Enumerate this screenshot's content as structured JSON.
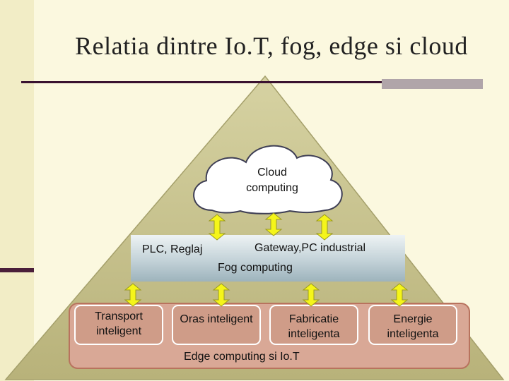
{
  "title": "Relatia dintre Io.T, fog, edge si cloud",
  "cloud": {
    "label_line1": "Cloud",
    "label_line2": "computing"
  },
  "fog": {
    "left_label": "PLC, Reglaj",
    "right_label": "Gateway,PC industrial",
    "layer_label": "Fog computing"
  },
  "edge": {
    "layer_label": "Edge computing si Io.T",
    "boxes": [
      {
        "line1": "Transport",
        "line2": "inteligent"
      },
      {
        "line1": "Oras inteligent",
        "line2": ""
      },
      {
        "line1": "Fabricatie",
        "line2": "inteligenta"
      },
      {
        "line1": "Energie",
        "line2": "inteligenta"
      }
    ]
  },
  "colors": {
    "background": "#fbf8df",
    "pyramid": "#c9c48c",
    "fog_band": "#c3d2d8",
    "edge_band": "#d9a896",
    "edge_box": "#cf9c88",
    "arrow": "#f5f51a"
  }
}
